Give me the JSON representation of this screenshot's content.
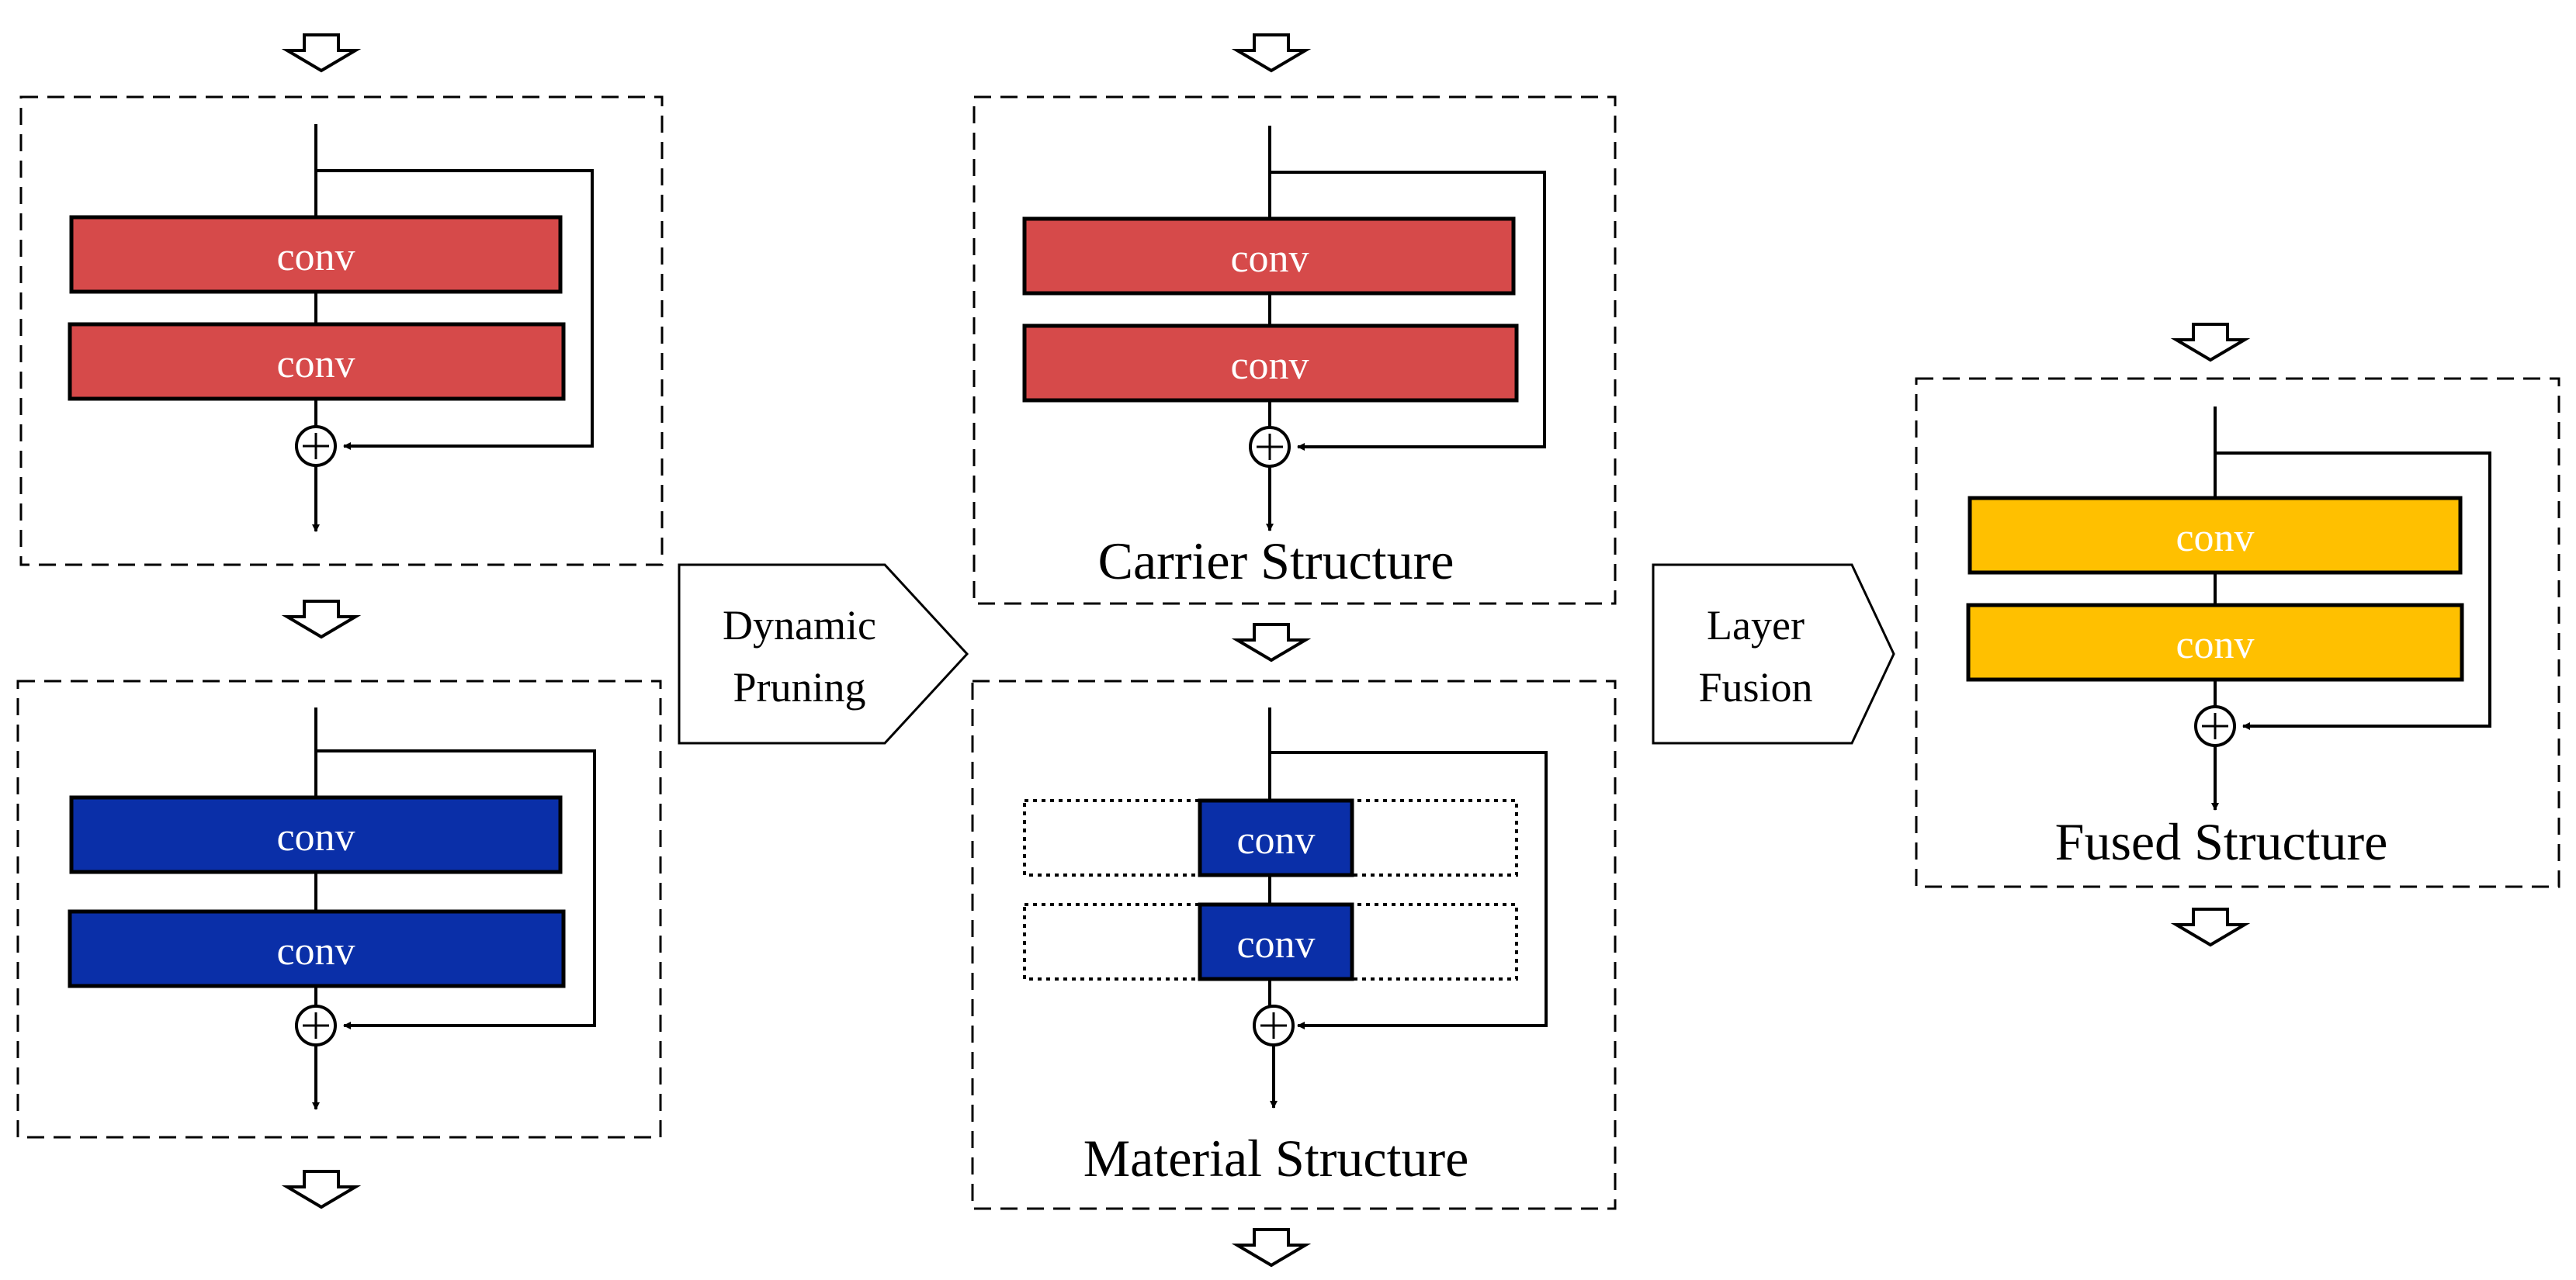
{
  "colors": {
    "conv_red": "#D64A4A",
    "conv_blue": "#0A2FA8",
    "conv_yellow": "#FFC000",
    "stroke": "#000000",
    "background": "#FFFFFF"
  },
  "blocks": {
    "left_top": {
      "conv1": "conv",
      "conv2": "conv"
    },
    "left_bottom": {
      "conv1": "conv",
      "conv2": "conv"
    },
    "carrier": {
      "conv1": "conv",
      "conv2": "conv",
      "caption": "Carrier Structure"
    },
    "material": {
      "conv1": "conv",
      "conv2": "conv",
      "caption": "Material Structure"
    },
    "fused": {
      "conv1": "conv",
      "conv2": "conv",
      "caption": "Fused Structure"
    }
  },
  "arrows": {
    "pruning": {
      "line1": "Dynamic",
      "line2": "Pruning"
    },
    "fusion": {
      "line1": "Layer",
      "line2": "Fusion"
    }
  }
}
